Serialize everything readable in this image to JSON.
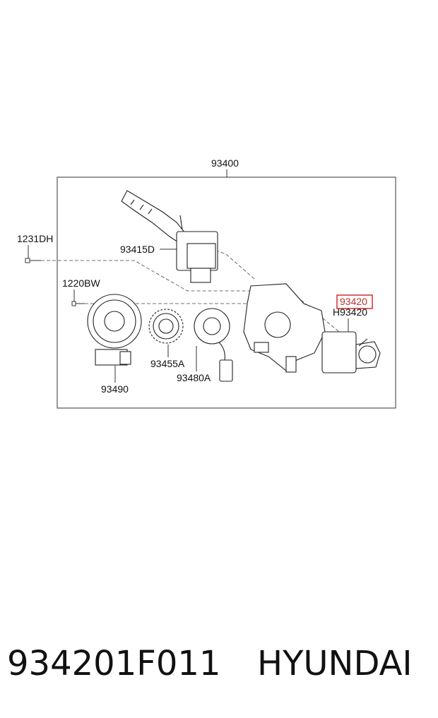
{
  "diagram": {
    "assembly_label": "93400",
    "labels": {
      "p1231DH": "1231DH",
      "p93415D": "93415D",
      "p1220BW": "1220BW",
      "p93420": "93420",
      "pH93420": "H93420",
      "p93455A": "93455A",
      "p93490": "93490",
      "p93480A": "93480A"
    },
    "highlight_color": "#d32f2f"
  },
  "footer": {
    "part_number": "934201F011",
    "brand": "HYUNDAI"
  }
}
